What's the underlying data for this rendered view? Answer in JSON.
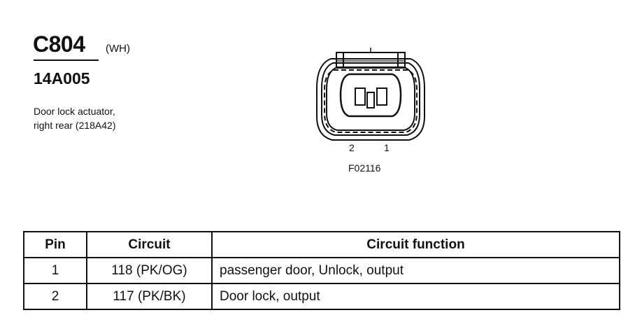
{
  "header": {
    "connector_id": "C804",
    "color_code": "(WH)",
    "part_number": "14A005",
    "description_lines": [
      "Door lock actuator,",
      "right rear (218A42)"
    ]
  },
  "connector_view": {
    "pin_labels": [
      "2",
      "1"
    ],
    "figure_id": "F02116"
  },
  "pinout_table": {
    "headers": [
      "Pin",
      "Circuit",
      "Circuit function"
    ],
    "rows": [
      [
        "1",
        "118 (PK/OG)",
        "passenger door, Unlock, output"
      ],
      [
        "2",
        "117 (PK/BK)",
        "Door lock, output"
      ]
    ]
  }
}
